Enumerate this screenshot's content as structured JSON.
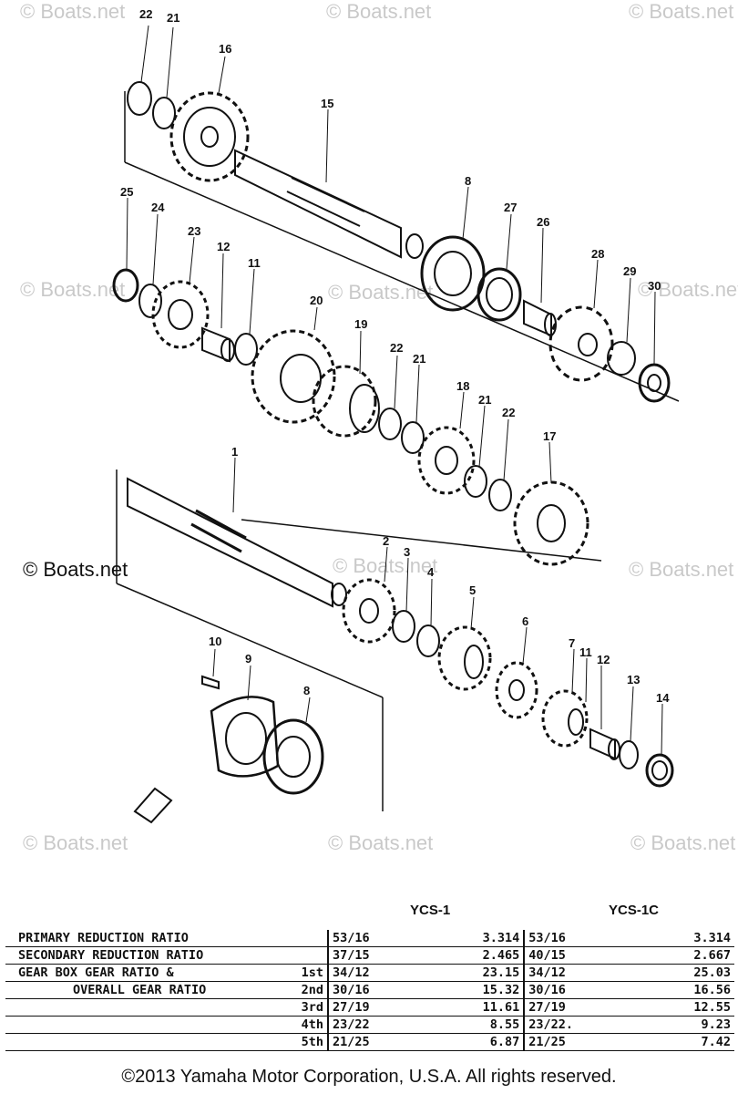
{
  "watermarks": [
    "© Boats.net",
    "© Boats.net",
    "© Boats.net",
    "© Boats.net",
    "© Boats.net",
    "© Boats.net",
    "© Boats.net",
    "© Boats.net",
    "© Boats.net",
    "© Boats.net",
    "© Boats.net"
  ],
  "watermark_dark": "© Boats.net",
  "callouts": [
    "22",
    "21",
    "16",
    "15",
    "8",
    "27",
    "26",
    "28",
    "29",
    "30",
    "25",
    "24",
    "23",
    "12",
    "11",
    "20",
    "19",
    "22",
    "21",
    "18",
    "21",
    "22",
    "17",
    "1",
    "2",
    "3",
    "4",
    "5",
    "6",
    "7",
    "11",
    "12",
    "13",
    "14",
    "10",
    "9",
    "8"
  ],
  "table": {
    "columns": [
      "YCS-1",
      "YCS-1C"
    ],
    "rows": [
      {
        "label": "PRIMARY REDUCTION RATIO",
        "gear": "",
        "a1": "53/16",
        "a2": "3.314",
        "b1": "53/16",
        "b2": "3.314"
      },
      {
        "label": "SECONDARY REDUCTION RATIO",
        "gear": "",
        "a1": "37/15",
        "a2": "2.465",
        "b1": "40/15",
        "b2": "2.667"
      },
      {
        "label": "GEAR BOX GEAR RATIO &",
        "gear": "1st",
        "a1": "34/12",
        "a2": "23.15",
        "b1": "34/12",
        "b2": "25.03"
      },
      {
        "label": "OVERALL GEAR RATIO",
        "gear": "2nd",
        "a1": "30/16",
        "a2": "15.32",
        "b1": "30/16",
        "b2": "16.56"
      },
      {
        "label": "",
        "gear": "3rd",
        "a1": "27/19",
        "a2": "11.61",
        "b1": "27/19",
        "b2": "12.55"
      },
      {
        "label": "",
        "gear": "4th",
        "a1": "23/22",
        "a2": "8.55",
        "b1": "23/22.",
        "b2": "9.23"
      },
      {
        "label": "",
        "gear": "5th",
        "a1": "21/25",
        "a2": "6.87",
        "b1": "21/25",
        "b2": "7.42"
      }
    ]
  },
  "copyright": "©2013 Yamaha Motor Corporation, U.S.A. All rights reserved."
}
